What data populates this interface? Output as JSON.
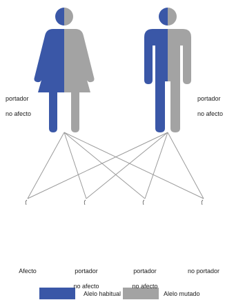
{
  "colors": {
    "blue": "#3a57a7",
    "gray": "#a3a3a3",
    "line": "#9a9a9a"
  },
  "parents": [
    {
      "id": "mother",
      "icon": "female-figure-icon",
      "label_line1": "portador",
      "label_line2": "no afecto"
    },
    {
      "id": "father",
      "icon": "male-figure-icon",
      "label_line1": "portador",
      "label_line2": "no afecto"
    }
  ],
  "children": [
    {
      "icon": "baby-figure-icon",
      "fill": "gray-gray",
      "label": "Afecto"
    },
    {
      "icon": "baby-figure-icon",
      "fill": "blue-gray",
      "label_line1": "portador",
      "label_line2": "no afecto"
    },
    {
      "icon": "baby-figure-icon",
      "fill": "blue-gray",
      "label_line1": "portador",
      "label_line2": "no afecto"
    },
    {
      "icon": "baby-figure-icon",
      "fill": "blue-blue",
      "label": "no portador"
    }
  ],
  "legend": {
    "habitual": {
      "label": "Alelo habitual",
      "color": "#3a57a7"
    },
    "mutado": {
      "label": "Alelo mutado",
      "color": "#a3a3a3"
    }
  }
}
